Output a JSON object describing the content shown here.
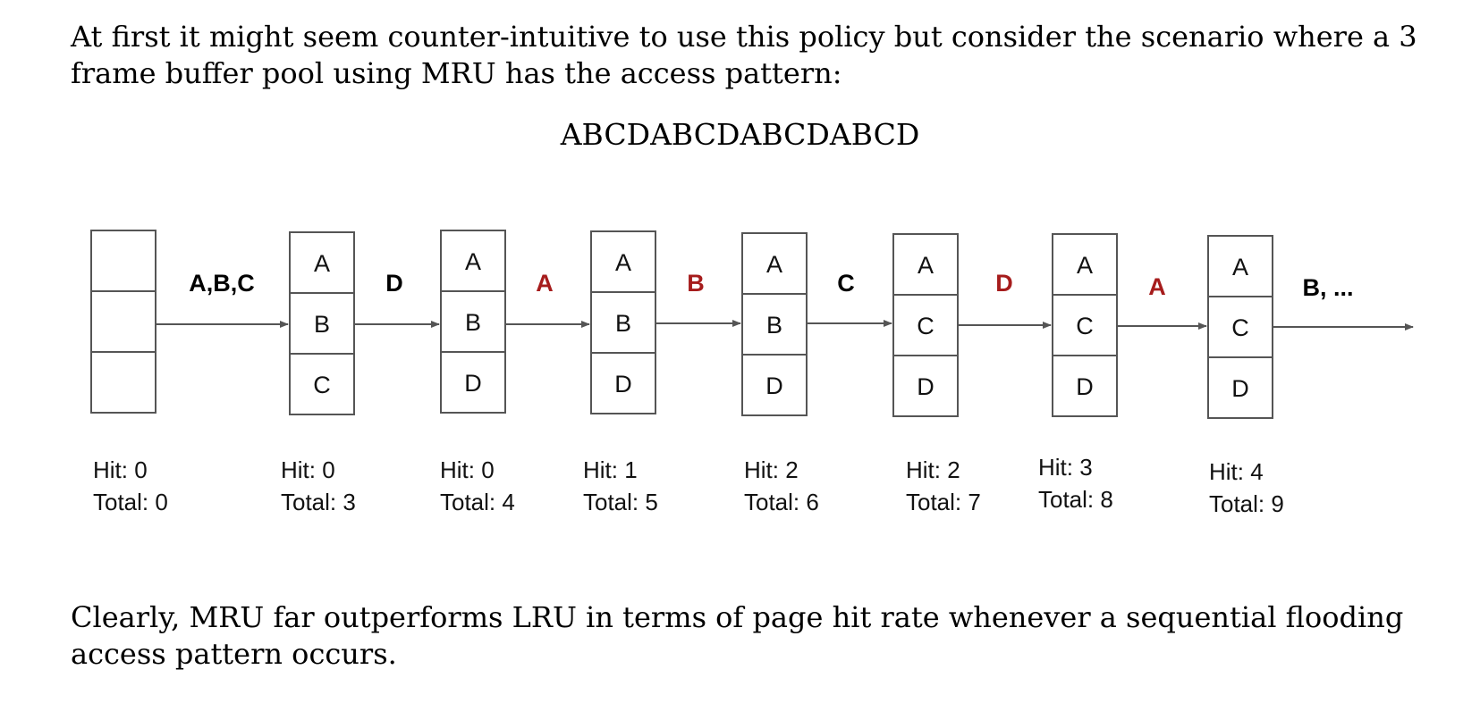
{
  "paragraph_top": "At first it might seem counter-intuitive to use this policy but consider the scenario where a 3 frame buffer pool using MRU has the access pattern:",
  "access_pattern": "ABCDABCDABCDABCD",
  "paragraph_bottom": "Clearly, MRU far outperforms LRU in terms of page hit rate whenever a sequential flooding access pattern occurs.",
  "colors": {
    "hit": "#a61c1c",
    "miss": "#000000",
    "box_border": "#555555",
    "arrow": "#555555"
  },
  "diagram": {
    "states": [
      {
        "frames": [
          "",
          "",
          ""
        ],
        "hit": "Hit: 0",
        "total": "Total: 0"
      },
      {
        "frames": [
          "A",
          "B",
          "C"
        ],
        "hit": "Hit: 0",
        "total": "Total: 3"
      },
      {
        "frames": [
          "A",
          "B",
          "D"
        ],
        "hit": "Hit: 0",
        "total": "Total: 4"
      },
      {
        "frames": [
          "A",
          "B",
          "D"
        ],
        "hit": "Hit: 1",
        "total": "Total: 5"
      },
      {
        "frames": [
          "A",
          "B",
          "D"
        ],
        "hit": "Hit: 2",
        "total": "Total: 6"
      },
      {
        "frames": [
          "A",
          "C",
          "D"
        ],
        "hit": "Hit: 2",
        "total": "Total: 7"
      },
      {
        "frames": [
          "A",
          "C",
          "D"
        ],
        "hit": "Hit: 3",
        "total": "Total: 8"
      },
      {
        "frames": [
          "A",
          "C",
          "D"
        ],
        "hit": "Hit: 4",
        "total": "Total: 9"
      }
    ],
    "transitions": [
      {
        "label": "A,B,C",
        "hit": false
      },
      {
        "label": "D",
        "hit": false
      },
      {
        "label": "A",
        "hit": true
      },
      {
        "label": "B",
        "hit": true
      },
      {
        "label": "C",
        "hit": false
      },
      {
        "label": "D",
        "hit": true
      },
      {
        "label": "A",
        "hit": true
      },
      {
        "label": "B, ...",
        "hit": false
      }
    ]
  }
}
